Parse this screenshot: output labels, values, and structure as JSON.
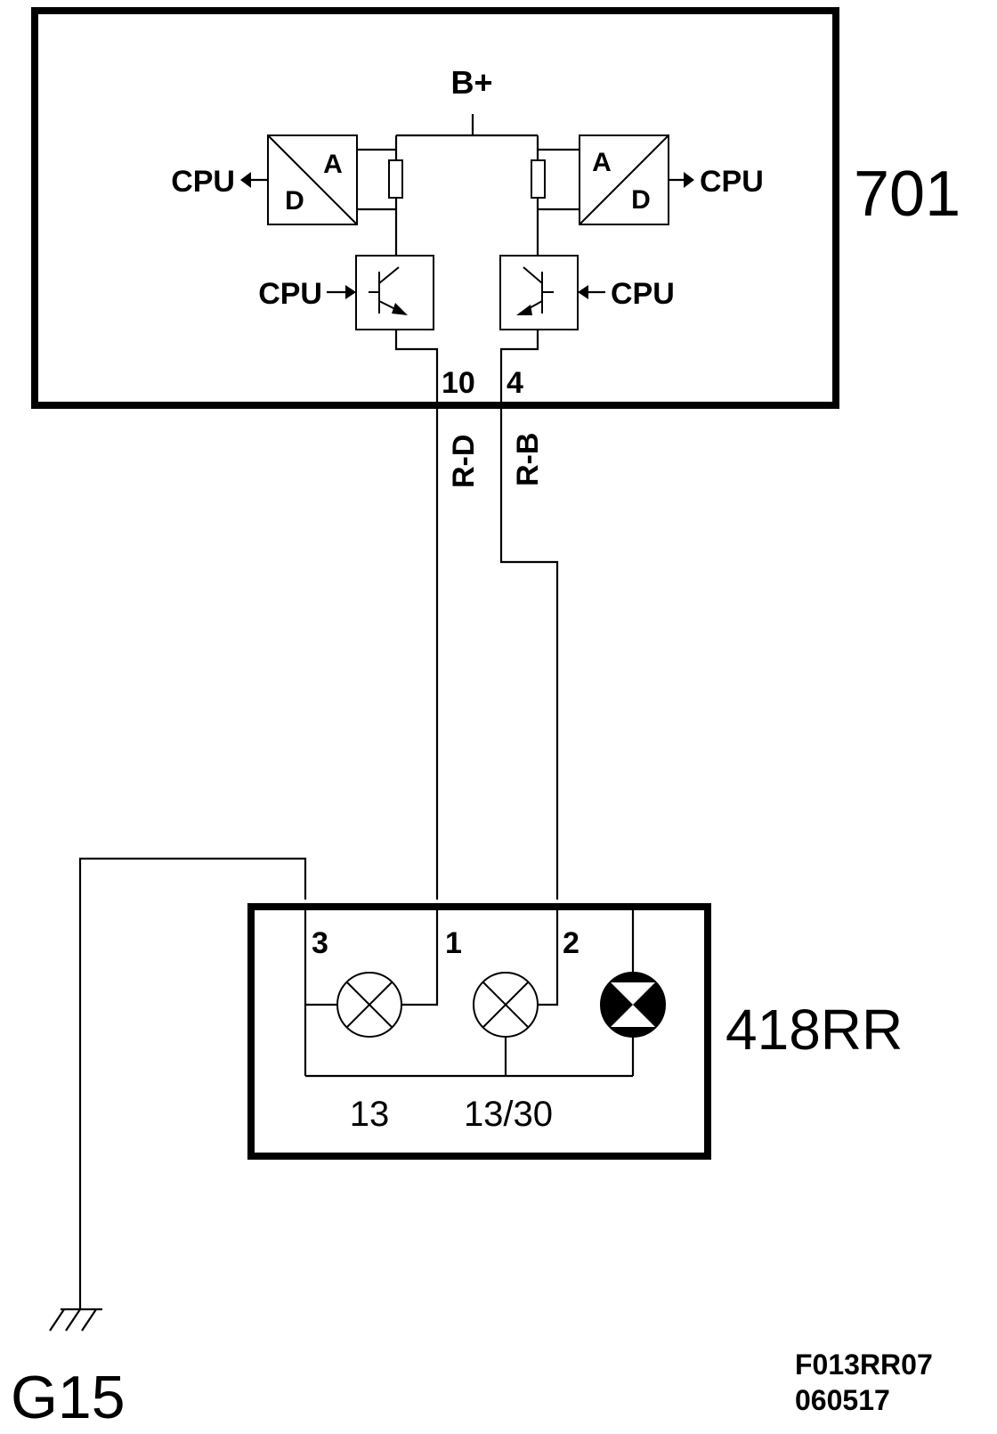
{
  "modules": {
    "control_unit": {
      "id": "701"
    },
    "lamp_unit": {
      "id": "418RR"
    }
  },
  "supply": {
    "label": "B+"
  },
  "converters": {
    "left": {
      "a": "A",
      "d": "D",
      "output": "CPU"
    },
    "right": {
      "a": "A",
      "d": "D",
      "output": "CPU"
    }
  },
  "drivers": {
    "left": {
      "input": "CPU"
    },
    "right": {
      "input": "CPU"
    }
  },
  "pins": {
    "control_left": "10",
    "control_right": "4",
    "lamp_3": "3",
    "lamp_1": "1",
    "lamp_2": "2",
    "bottom_13": "13",
    "bottom_13_30": "13/30"
  },
  "wires": {
    "left_color": "R-D",
    "right_color": "R-B"
  },
  "ground": {
    "label": "G15"
  },
  "reference": {
    "code": "F013RR07",
    "date": "060517"
  }
}
